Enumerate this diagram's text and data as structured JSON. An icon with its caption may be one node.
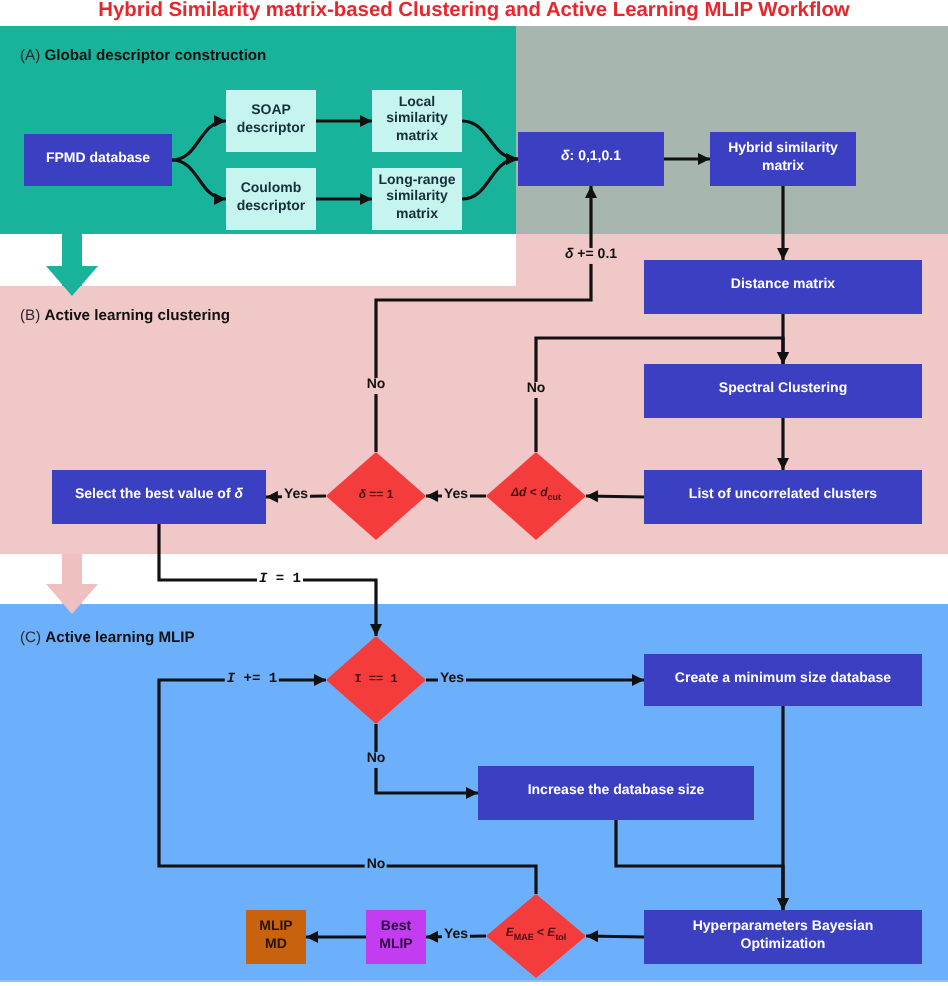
{
  "diagram": {
    "title": "Hybrid Similarity matrix-based Clustering and Active Learning MLIP Workflow",
    "nodes": [
      {
        "text": [
          "(A) **Global descriptor construction**"
        ]
      },
      {
        "text": [
          "FPMD database"
        ],
        "in": 0
      },
      {
        "text": [
          "SOAP descriptor"
        ],
        "in": 0
      },
      {
        "text": [
          "Coulomb descriptor"
        ],
        "in": 0
      },
      {
        "text": [
          "Local similarity matrix"
        ],
        "in": 0
      },
      {
        "text": [
          "Long-range similarity matrix"
        ],
        "in": 0
      },
      {
        "text": [
          "*δ*: 0,1,0.1"
        ],
        "in": 0
      },
      {
        "text": [
          "Hybrid similarity matrix"
        ],
        "in": 0
      },
      {
        "text": [
          "(B) **Active learning clustering**"
        ]
      },
      {
        "text": [
          "Distance matrix"
        ],
        "in": 8
      },
      {
        "text": [
          "Spectral Clustering"
        ],
        "in": 8
      },
      {
        "text": [
          "Select the best value of *δ*"
        ],
        "in": 8
      },
      {
        "text": [
          "*δ* == 1"
        ],
        "in": 8
      },
      {
        "text": [
          "*Δd* < *d*$_{cut}$"
        ],
        "in": 8
      },
      {
        "text": [
          "List of uncorrelated clusters"
        ],
        "in": 8
      },
      {
        "text": [
          "(C) **Active learning MLIP**"
        ]
      },
      {
        "text": [
          "I == 1"
        ],
        "in": 15
      },
      {
        "text": [
          "Create a minimum size database"
        ],
        "in": 15
      },
      {
        "text": [
          "Increase the database size"
        ],
        "in": 15
      },
      {
        "text": [
          "MLIP MD"
        ],
        "in": 15
      },
      {
        "text": [
          "Best MLIP"
        ],
        "in": 15
      },
      {
        "text": [
          "*E*$_{MAE}$ < *E*$_{tol}$"
        ],
        "in": 15
      },
      {
        "text": [
          "Hyperparameters Bayesian Optimization"
        ],
        "in": 15
      }
    ],
    "edges": [
      {
        "from": 0,
        "to": 8,
        "arrow": "to",
        "style": "thick",
        "color": "#19b39b"
      },
      {
        "from": 1,
        "to": 2,
        "arrow": "to"
      },
      {
        "from": 1,
        "to": 3,
        "arrow": "to"
      },
      {
        "from": 2,
        "to": 4,
        "arrow": "to"
      },
      {
        "from": 3,
        "to": 5,
        "arrow": "to"
      },
      {
        "from": 4,
        "to": 6,
        "arrow": "to"
      },
      {
        "from": 5,
        "to": 6,
        "arrow": "to"
      },
      {
        "from": 6,
        "to": 7,
        "arrow": "to"
      },
      {
        "from": 7,
        "to": 9,
        "arrow": "to"
      },
      {
        "from": 9,
        "to": 10,
        "arrow": "to"
      },
      {
        "from": 10,
        "to": 14,
        "arrow": "to"
      },
      {
        "from": 14,
        "to": 13,
        "arrow": "to"
      },
      {
        "from": 13,
        "to": 12,
        "arrow": "to",
        "label": "Yes"
      },
      {
        "from": 13,
        "to": 10,
        "arrow": "to",
        "label": "No"
      },
      {
        "from": 12,
        "to": 11,
        "arrow": "to",
        "label": "Yes"
      },
      {
        "from": 12,
        "to": 6,
        "arrow": "to",
        "label": "No"
      },
      {
        "from": 8,
        "to": 15,
        "arrow": "to",
        "style": "thick",
        "color": "#f0c0c0"
      },
      {
        "from": 11,
        "to": 16,
        "arrow": "to",
        "label": "*I* = 1"
      },
      {
        "from": 16,
        "to": 17,
        "arrow": "to",
        "label": "Yes"
      },
      {
        "from": 16,
        "to": 18,
        "arrow": "to",
        "label": "No"
      },
      {
        "from": 17,
        "to": 22,
        "arrow": "to"
      },
      {
        "from": 18,
        "to": 22,
        "arrow": "to"
      },
      {
        "from": 22,
        "to": 21,
        "arrow": "to"
      },
      {
        "from": 21,
        "to": 20,
        "arrow": "to",
        "label": "Yes"
      },
      {
        "from": 20,
        "to": 19,
        "arrow": "to"
      },
      {
        "from": 21,
        "to": 16,
        "arrow": "to",
        "label": "No"
      }
    ],
    "labels": [
      "*δ* += 0.1",
      "*I* += 1"
    ]
  }
}
